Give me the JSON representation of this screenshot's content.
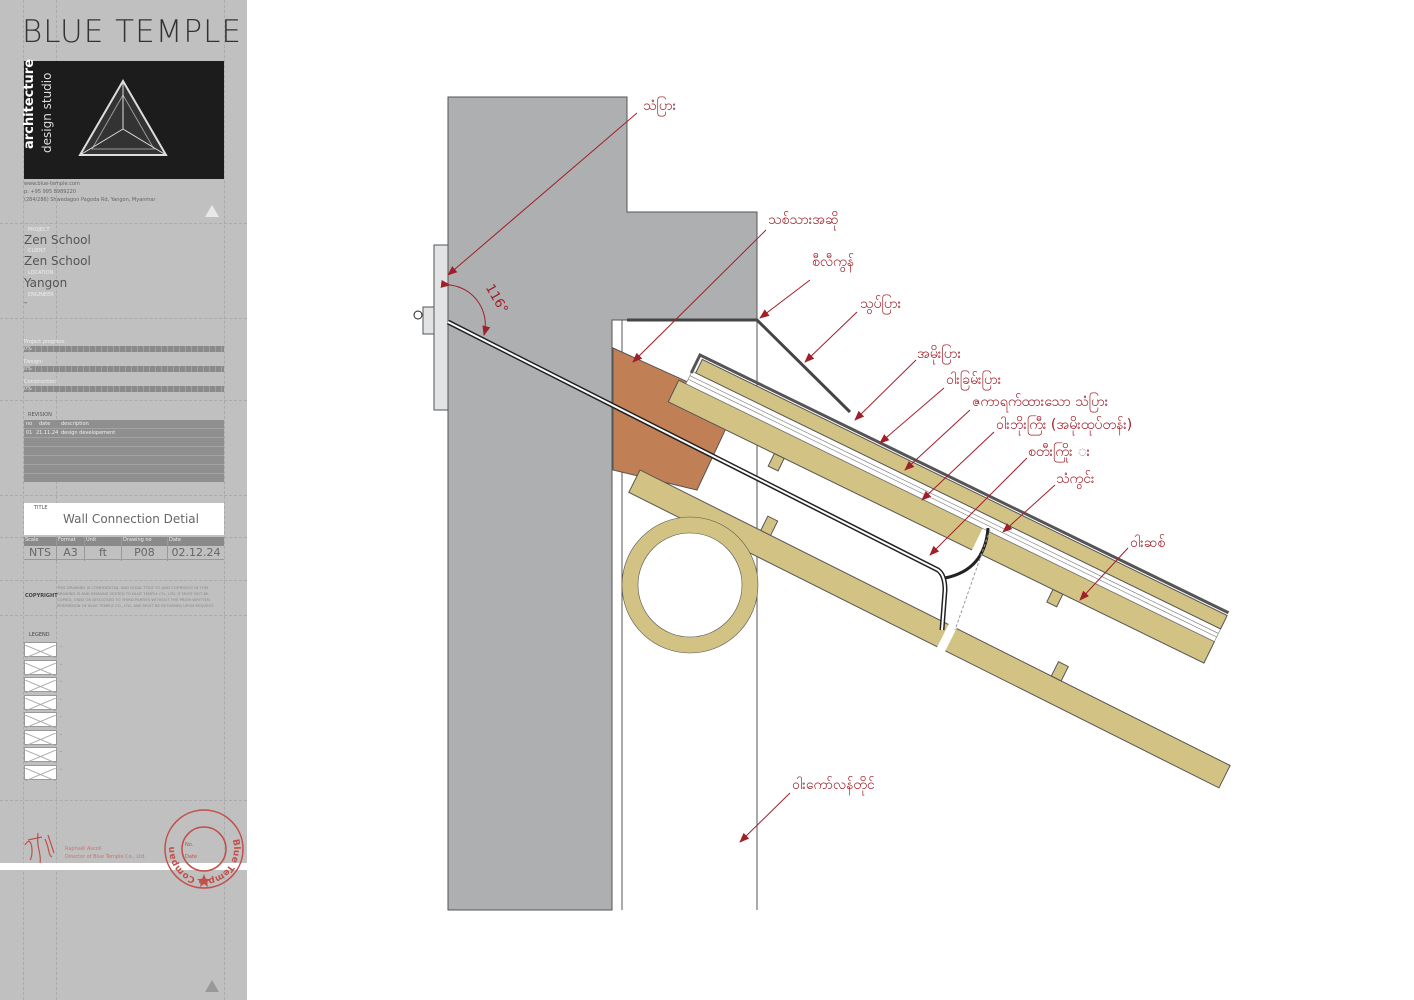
{
  "titleblock": {
    "brand": "BLUE TEMPLE",
    "logo_text_1": "architecture",
    "logo_text_2": "design studio",
    "website": "www.blue-temple.com",
    "phone": "p: +95 995 8989220",
    "address": "(284/286) Shwedagon Pagoda Rd, Yangon, Myanmar",
    "project_label": "PROJECT",
    "project": "Zen School",
    "client_label": "CLIENT",
    "client": "Zen School",
    "location_label": "LOCATION",
    "location": "Yangon",
    "engineer_label": "ENGINEER",
    "engineer": "-",
    "progress": [
      {
        "label": "Project progress:",
        "value_text": "0%",
        "value": 0
      },
      {
        "label": "Design:",
        "value_text": "0%",
        "value": 0
      },
      {
        "label": "Construction:",
        "value_text": "0%",
        "value": 0
      }
    ],
    "revision_label": "REVISION",
    "revision_headers": [
      "no",
      "date",
      "description"
    ],
    "revisions": [
      {
        "no": "01",
        "date": "21.11.24",
        "description": "design developement"
      }
    ],
    "title_label": "TITLE",
    "title": "Wall Connection Detial",
    "info_headers": [
      "Scale",
      "Format",
      "Unit",
      "Drawing no",
      "Date"
    ],
    "info_values": [
      "NTS",
      "A3",
      "ft",
      "P08",
      "02.12.24"
    ],
    "copyright_label": "COPYRIGHT",
    "copyright_text": "THIS DRAWING IS CONFIDENTIAL AND LEGAL TITLE TO AND COPYRIGHT IN THIS DRAWING IS AND REMAINS VESTED TO BLUE TEMPLE CO., LTD. IT MUST NOT BE COPIED, USED OR DISCLOSED TO THIRD PARTIES WITHOUT THE PRIOR WRITTEN PERMISSION OF BLUE TEMPLE CO., LTD. AND MUST BE RETURNED UPON REQUEST.",
    "legend_label": "LEGEND",
    "legend_items": [
      "-",
      "-",
      "-",
      "-",
      "-",
      "-",
      "-",
      "-"
    ],
    "signer_name": "Raphaël Ascoli",
    "signer_title": "Director of Blue Temple Co., Ltd.",
    "stamp_text": "Blue Temple Company Limited",
    "stamp_no": "No.",
    "stamp_date": "Date"
  },
  "drawing": {
    "angle": "116°",
    "labels": [
      {
        "text": "သံပြား"
      },
      {
        "text": "သစ်သားအဆို"
      },
      {
        "text": "စီလီကွန်"
      },
      {
        "text": "သွပ်ပြား"
      },
      {
        "text": "အမိုးပြား"
      },
      {
        "text": "ဝါးခြမ်းပြား"
      },
      {
        "text": "ဇကာရက်ထားသော သံပြား"
      },
      {
        "text": "ဝါးဘိုးကြီး (အမိုးထုပ်တန်း)"
      },
      {
        "text": "စတီးကြိုး း"
      },
      {
        "text": "သံကွင်း"
      },
      {
        "text": "ဝါးဆစ်"
      },
      {
        "text": "ဝါးကော်လန်တိုင်"
      }
    ],
    "colors": {
      "wall": "#aeafb1",
      "bamboo": "#d2c283",
      "timber": "#c07f55",
      "annotation": "#a0202a"
    }
  }
}
